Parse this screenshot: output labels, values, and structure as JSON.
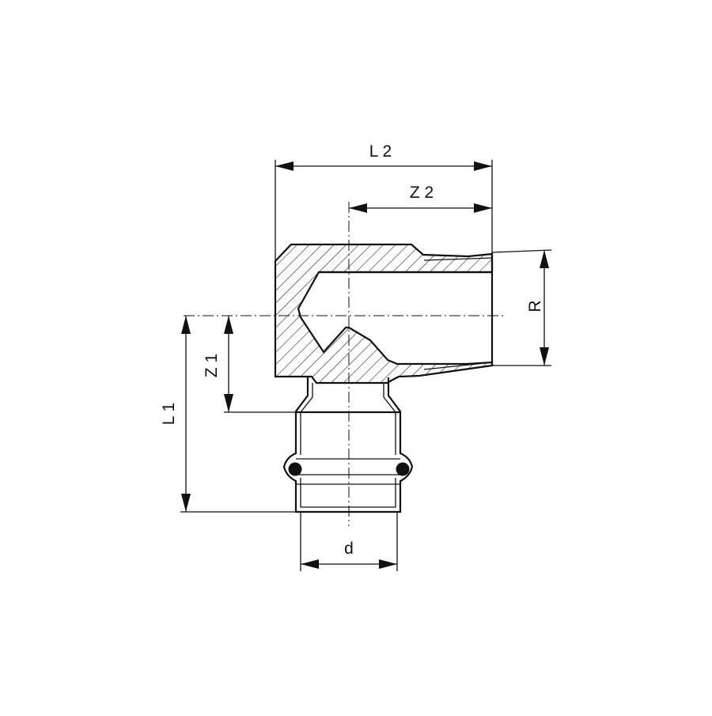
{
  "drawing": {
    "title": "",
    "labels": {
      "L2": "L 2",
      "Z2": "Z 2",
      "R": "R",
      "Z1": "Z 1",
      "L1": "L 1",
      "d": "d"
    }
  }
}
